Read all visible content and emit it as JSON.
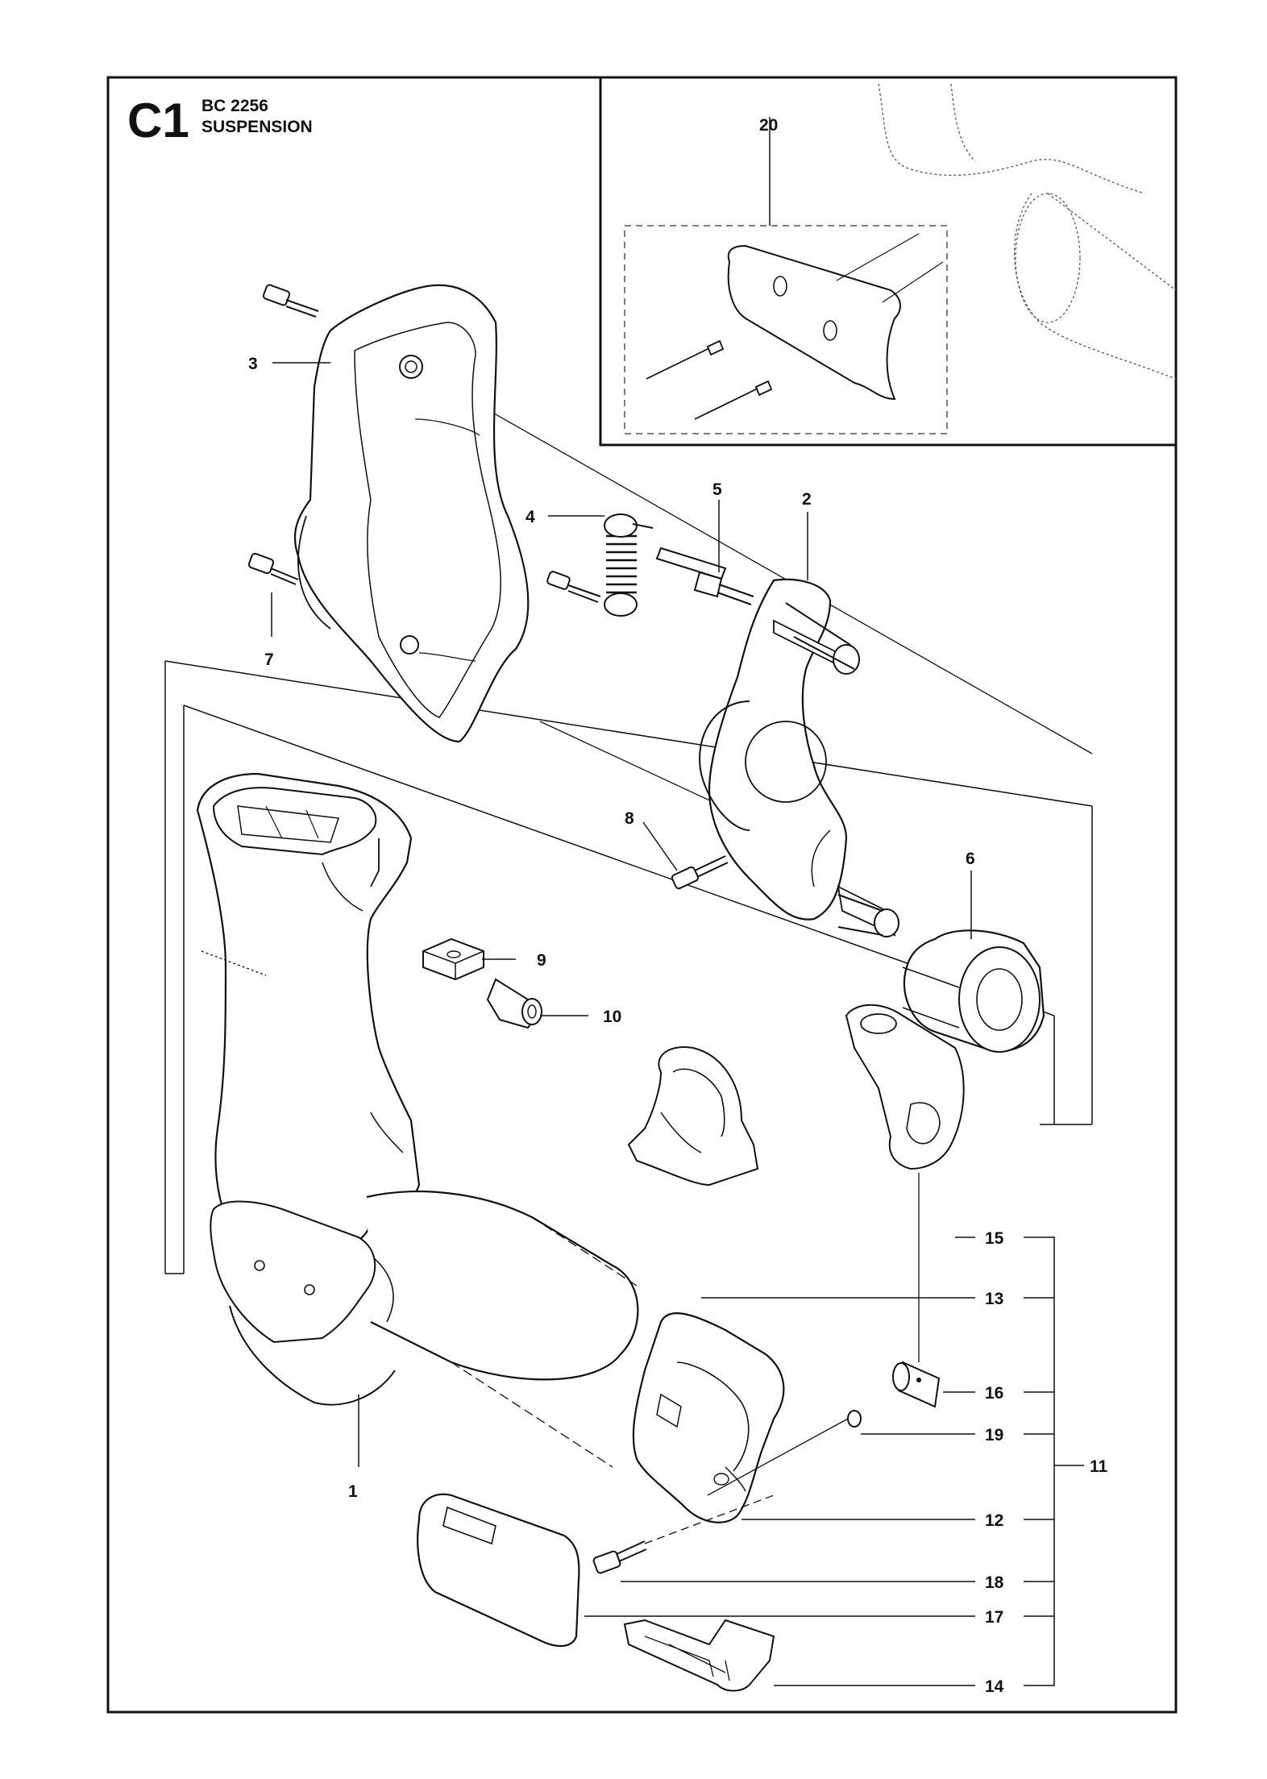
{
  "header": {
    "code": "C1",
    "model": "BC 2256",
    "section": "SUSPENSION"
  },
  "labels": {
    "1": "1",
    "2": "2",
    "3": "3",
    "4": "4",
    "5": "5",
    "6": "6",
    "7": "7",
    "8": "8",
    "9": "9",
    "10": "10",
    "11": "11",
    "12": "12",
    "13": "13",
    "14": "14",
    "15": "15",
    "16": "16",
    "17": "17",
    "18": "18",
    "19": "19",
    "20": "20"
  },
  "colors": {
    "line": "#111111",
    "paper": "#ffffff",
    "dashed": "#555555"
  }
}
